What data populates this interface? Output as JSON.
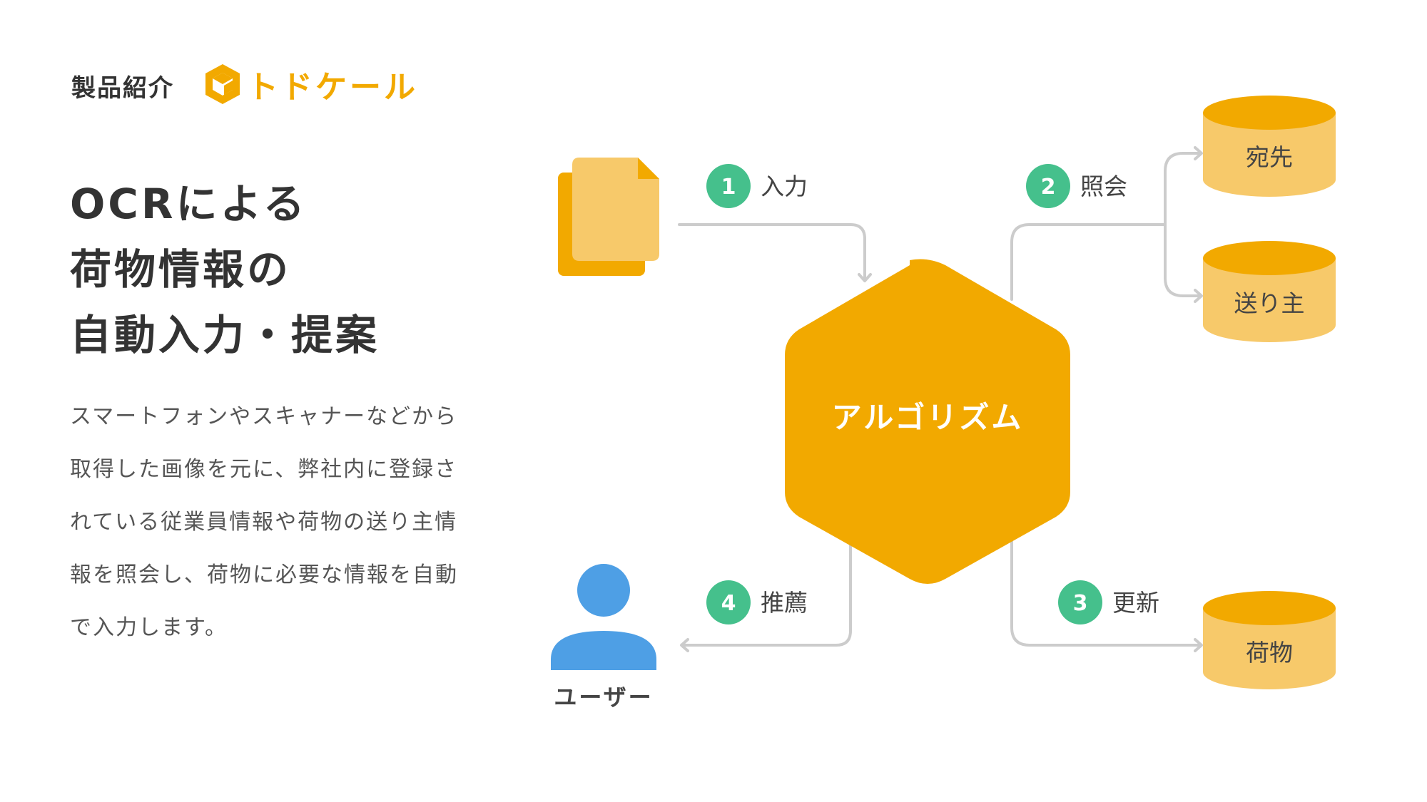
{
  "header": {
    "section_label": "製品紹介",
    "brand_name": "トドケール"
  },
  "headline": {
    "lines": [
      "OCRによる",
      "荷物情報の",
      "自動入力・提案"
    ]
  },
  "description": {
    "lines": [
      "スマートフォンやスキャナーなどから",
      "取得した画像を元に、弊社内に登録さ",
      "れている従業員情報や荷物の送り主情",
      "報を照会し、荷物に必要な情報を自動",
      "で入力します。"
    ]
  },
  "diagram": {
    "center_label": "アルゴリズム",
    "steps": [
      {
        "number": "1",
        "label": "入力"
      },
      {
        "number": "2",
        "label": "照会"
      },
      {
        "number": "3",
        "label": "更新"
      },
      {
        "number": "4",
        "label": "推薦"
      }
    ],
    "databases": {
      "destination": "宛先",
      "sender": "送り主",
      "package": "荷物"
    },
    "user_label": "ユーザー"
  },
  "colors": {
    "accent": "#F2A900",
    "db_body": "#F7C96A",
    "step_badge": "#45C08C",
    "user": "#4E9FE5",
    "connector": "#CCCCCC",
    "doc_front": "#F7C96A",
    "doc_back": "#F2A900"
  }
}
